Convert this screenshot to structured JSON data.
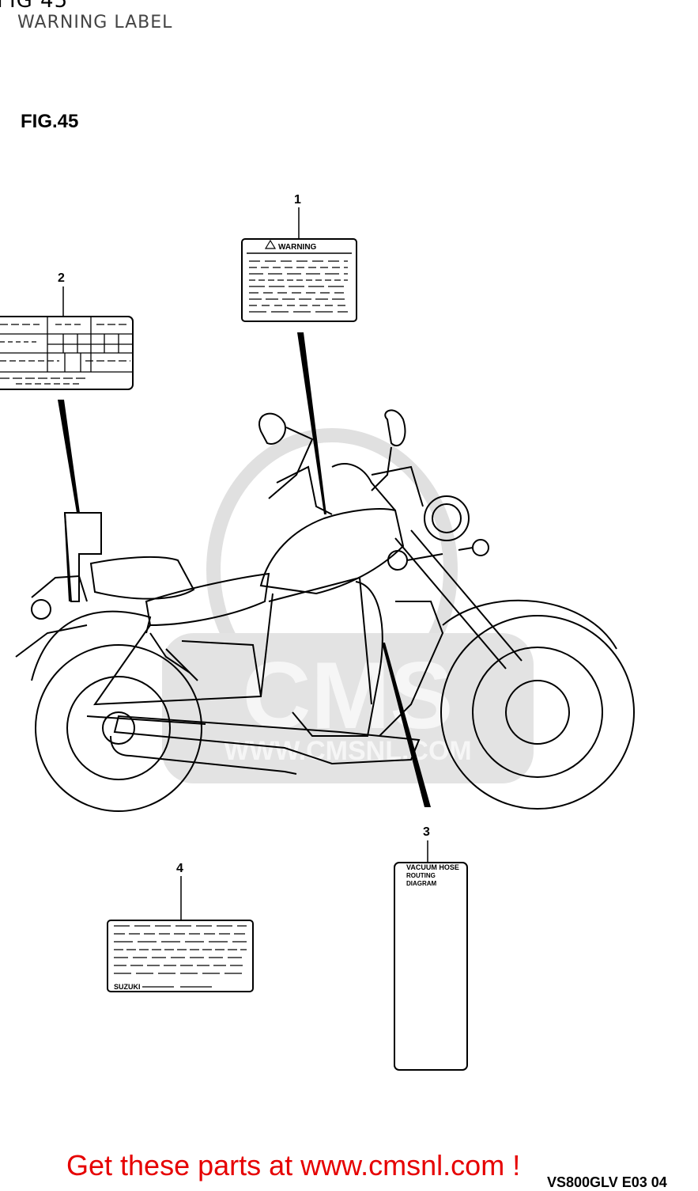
{
  "header": {
    "top_fig_text": "FIG  45",
    "subtitle": "WARNING LABEL",
    "figure_label": "FIG.45"
  },
  "callouts": [
    "1",
    "2",
    "3",
    "4"
  ],
  "labels": {
    "label1_heading": "WARNING",
    "label3_lines": [
      "VACUUM HOSE",
      "ROUTING",
      "DIAGRAM"
    ],
    "label4_brand": "SUZUKI"
  },
  "watermark": {
    "brand": "CMS",
    "url": "WWW.CMSNL.COM"
  },
  "footer": {
    "cta": "Get these parts at www.cmsnl.com !",
    "drawing_code": "VS800GLV E03  04"
  },
  "colors": {
    "line": "#000000",
    "cta": "#e60000",
    "watermark": "#d9d9d9"
  }
}
